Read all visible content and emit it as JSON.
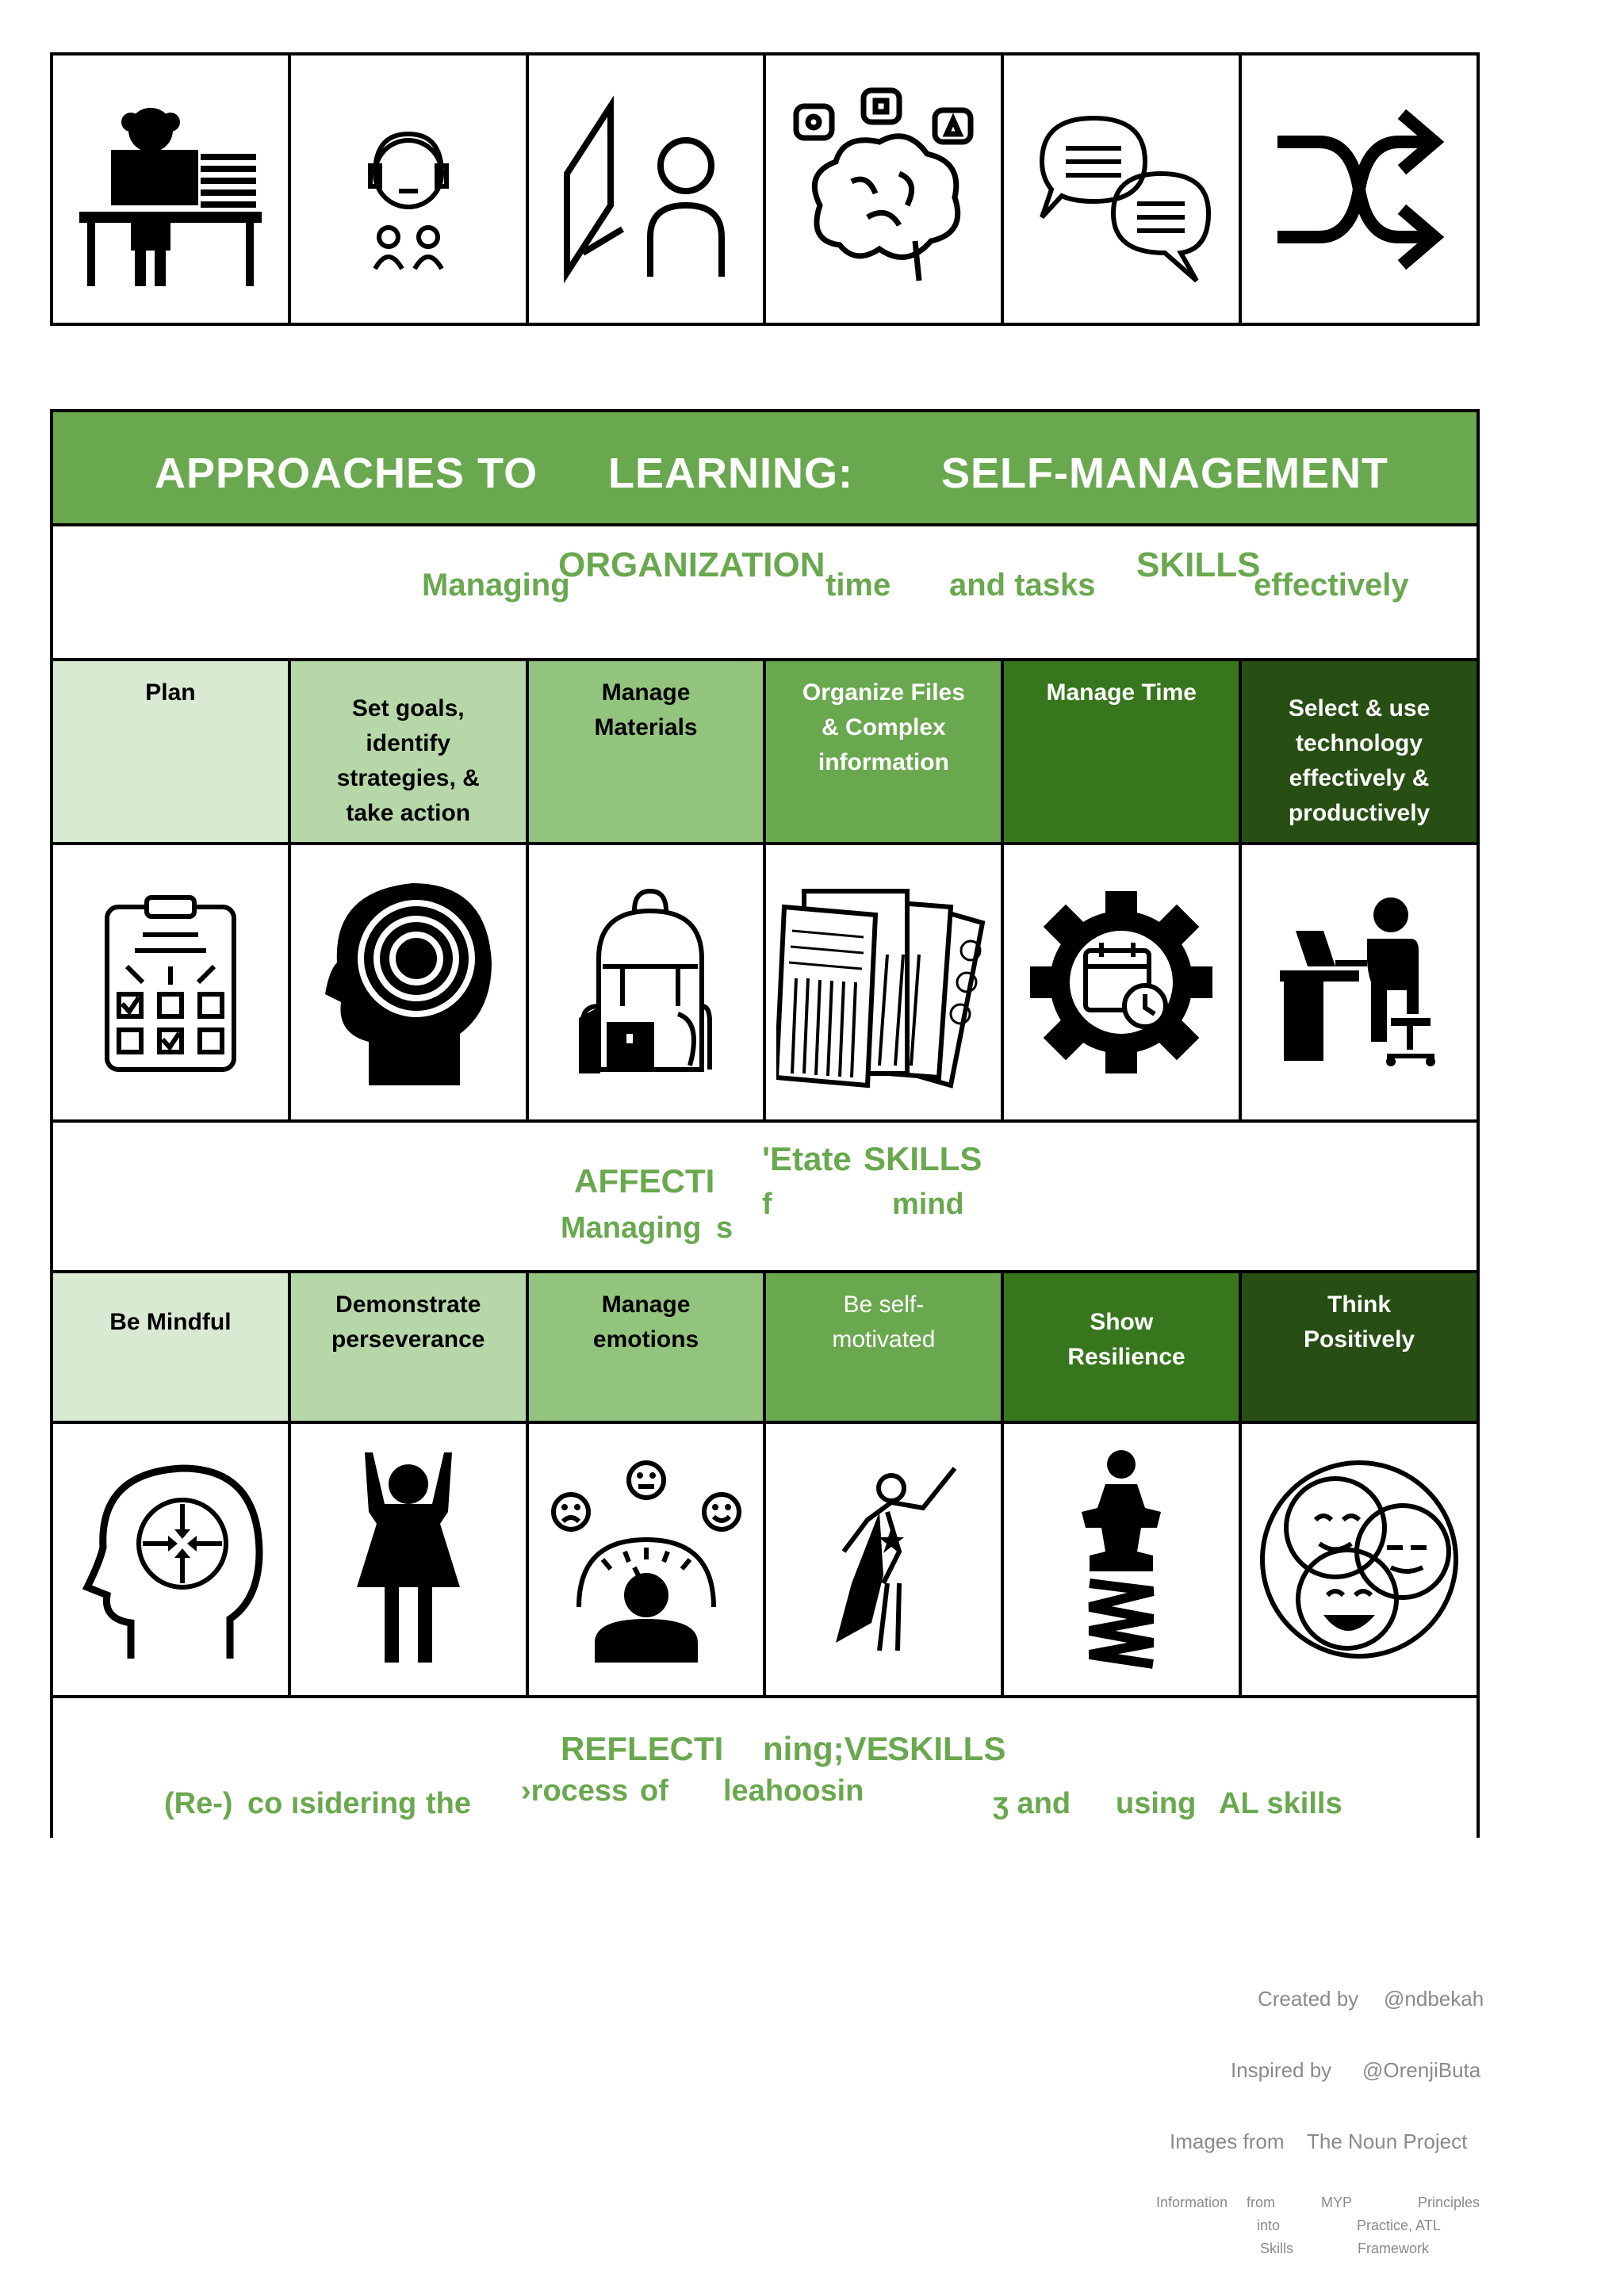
{
  "top_icons": [
    "desk-worker-icon",
    "person-headset-icon",
    "monitor-person-icon",
    "brain-ideas-icon",
    "speech-bubbles-icon",
    "shuffle-icon"
  ],
  "banner": {
    "part1": "APPROACHES TO",
    "part2": "LEARNING:",
    "part3": "SELF-MANAGEMENT"
  },
  "organization": {
    "w1": "Managing",
    "w2": "ORGANIZATION",
    "w3": "time",
    "w4": "and tasks",
    "w5": "SKILLS",
    "w6": "effectively"
  },
  "org_skills": [
    {
      "label": "Plan",
      "icon": "clipboard-checklist-icon",
      "bg": "#d9ead3",
      "fg": "#000000"
    },
    {
      "label": "Set goals, identify strategies, & take action",
      "icon": "head-target-icon",
      "bg": "#b6d7a8",
      "fg": "#000000"
    },
    {
      "label": "Manage Materials",
      "icon": "backpack-icon",
      "bg": "#93c47d",
      "fg": "#000000"
    },
    {
      "label": "Organize Files & Complex information",
      "icon": "files-papers-icon",
      "bg": "#6aa84f",
      "fg": "#ffffff"
    },
    {
      "label": "Manage Time",
      "icon": "gear-calendar-clock-icon",
      "bg": "#38761d",
      "fg": "#ffffff"
    },
    {
      "label": "Select & use technology effectively & productively",
      "icon": "person-at-computer-icon",
      "bg": "#274e13",
      "fg": "#ffffff"
    }
  ],
  "affective": {
    "w1": "AFFECTI",
    "w2": "'Etate",
    "w3": "SKILLS",
    "w4": "Managing",
    "w5": "s",
    "w6": "f",
    "w7": "mind"
  },
  "aff_skills": [
    {
      "label": "Be Mindful",
      "icon": "head-focus-icon",
      "bg": "#d9ead3",
      "fg": "#000000"
    },
    {
      "label": "Demonstrate perseverance",
      "icon": "person-arms-up-icon",
      "bg": "#b6d7a8",
      "fg": "#000000"
    },
    {
      "label": "Manage emotions",
      "icon": "emotion-meter-icon",
      "bg": "#93c47d",
      "fg": "#000000"
    },
    {
      "label": "Be self-motivated",
      "icon": "superhero-icon",
      "bg": "#6aa84f",
      "fg": "#ffffff"
    },
    {
      "label": "Show Resilience",
      "icon": "spring-person-icon",
      "bg": "#38761d",
      "fg": "#ffffff"
    },
    {
      "label": "Think Positively",
      "icon": "happy-faces-icon",
      "bg": "#274e13",
      "fg": "#ffffff"
    }
  ],
  "reflective": {
    "w1": "REFLECTI",
    "w2": "ning;VE",
    "w3": "SKILLS",
    "w4": "(Re-)",
    "w5": "co ısidering",
    "w6": "the",
    "w7": "›rocess",
    "w8": "of",
    "w9": "leahoosin",
    "w10": "ʒ and",
    "w11": "using",
    "w12": "AL skills"
  },
  "credits": {
    "created": "Created by",
    "created_handle": "@ndbekah",
    "inspired": "Inspired by",
    "inspired_handle": "@OrenjiButa",
    "images": "Images from",
    "images_src": "The Noun Project",
    "info1": "Information",
    "info2": "from",
    "info3": "MYP",
    "info4": "Principles",
    "info5": "into",
    "info6": "Practice, ATL",
    "info7": "Skills",
    "info8": "Framework"
  }
}
